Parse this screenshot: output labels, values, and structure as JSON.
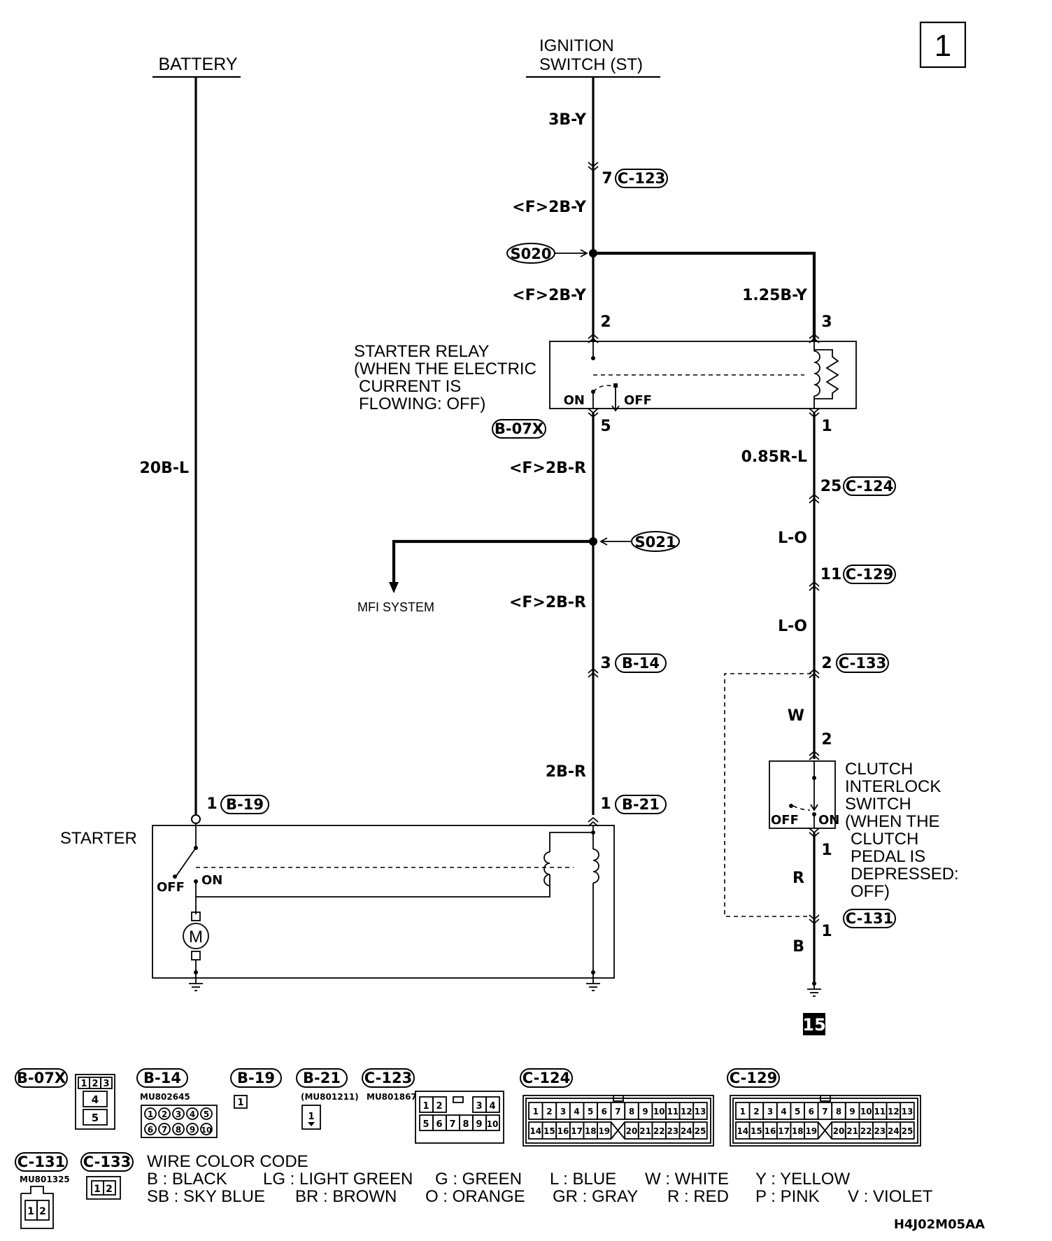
{
  "page_number": "1",
  "sources": {
    "battery": "BATTERY",
    "ignition_line1": "IGNITION",
    "ignition_line2": "SWITCH (ST)"
  },
  "wires": {
    "battery_feed": "20B-L",
    "ign_out": "3B-Y",
    "ign_to_s020": "<F>2B-Y",
    "s020_to_relay": "<F>2B-Y",
    "relay_coil_feed": "1.25B-Y",
    "relay_to_s021": "<F>2B-R",
    "s021_down": "<F>2B-R",
    "b14_to_starter": "2B-R",
    "relay_coil_out": "0.85R-L",
    "c124_c129": "L-O",
    "c129_c133": "L-O",
    "to_clutch": "W",
    "clutch_out": "R",
    "ground_b": "B"
  },
  "connectors": {
    "c123": {
      "id": "C-123",
      "pin": "7"
    },
    "b07x": {
      "id": "B-07X"
    },
    "c124": {
      "id": "C-124",
      "pin": "25"
    },
    "c129": {
      "id": "C-129",
      "pin": "11"
    },
    "b14": {
      "id": "B-14",
      "pin": "3"
    },
    "c133": {
      "id": "C-133",
      "pin": "2"
    },
    "b19": {
      "id": "B-19",
      "pin": "1"
    },
    "b21": {
      "id": "B-21",
      "pin": "1"
    },
    "c131": {
      "id": "C-131",
      "pin": "1"
    }
  },
  "splices": {
    "s020": "S020",
    "s021": "S021"
  },
  "relay": {
    "lines": [
      "STARTER RELAY",
      "(WHEN THE ELECTRIC",
      "CURRENT IS",
      "FLOWING: OFF)"
    ],
    "pin_top_left": "2",
    "pin_top_right": "3",
    "pin_bot_left": "5",
    "pin_bot_right": "1",
    "on": "ON",
    "off": "OFF"
  },
  "mfi": "MFI SYSTEM",
  "starter": {
    "label": "STARTER",
    "off": "OFF",
    "on": "ON",
    "motor": "M"
  },
  "clutch": {
    "lines": [
      "CLUTCH",
      "INTERLOCK",
      "SWITCH",
      "(WHEN THE",
      "CLUTCH",
      "PEDAL IS",
      "DEPRESSED:",
      "OFF)"
    ],
    "pin_top": "2",
    "pin_bottom": "1",
    "off": "OFF",
    "on": "ON"
  },
  "ground_ref": "15",
  "legend": {
    "b07x": {
      "id": "B-07X",
      "pins": [
        "1",
        "2",
        "3",
        "4",
        "5"
      ]
    },
    "b14": {
      "id": "B-14",
      "part": "MU802645",
      "pins": [
        "1",
        "2",
        "3",
        "4",
        "5",
        "6",
        "7",
        "8",
        "9",
        "10"
      ]
    },
    "b19": {
      "id": "B-19",
      "pins": [
        "1"
      ]
    },
    "b21": {
      "id": "B-21",
      "part": "(MU801211)",
      "pins": [
        "1"
      ]
    },
    "c123": {
      "id": "C-123",
      "part": "MU801867",
      "pins": [
        "1",
        "2",
        "3",
        "4",
        "5",
        "6",
        "7",
        "8",
        "9",
        "10"
      ]
    },
    "c124": {
      "id": "C-124",
      "pins": [
        "1",
        "2",
        "3",
        "4",
        "5",
        "6",
        "7",
        "8",
        "9",
        "10",
        "11",
        "12",
        "13",
        "14",
        "15",
        "16",
        "17",
        "18",
        "19",
        "20",
        "21",
        "22",
        "23",
        "24",
        "25"
      ]
    },
    "c129": {
      "id": "C-129",
      "pins": [
        "1",
        "2",
        "3",
        "4",
        "5",
        "6",
        "7",
        "8",
        "9",
        "10",
        "11",
        "12",
        "13",
        "14",
        "15",
        "16",
        "17",
        "18",
        "19",
        "20",
        "21",
        "22",
        "23",
        "24",
        "25"
      ]
    },
    "c131": {
      "id": "C-131",
      "part": "MU801325",
      "pins": [
        "1",
        "2"
      ]
    },
    "c133": {
      "id": "C-133",
      "pins": [
        "1",
        "2"
      ]
    }
  },
  "color_code": {
    "title": "WIRE COLOR CODE",
    "row1": [
      "B : BLACK",
      "LG : LIGHT GREEN",
      "G : GREEN",
      "L : BLUE",
      "W : WHITE",
      "Y : YELLOW"
    ],
    "row2": [
      "SB : SKY BLUE",
      "BR : BROWN",
      "O : ORANGE",
      "GR : GRAY",
      "R : RED",
      "P : PINK",
      "V : VIOLET"
    ]
  },
  "drawing_id": "H4J02M05AA"
}
